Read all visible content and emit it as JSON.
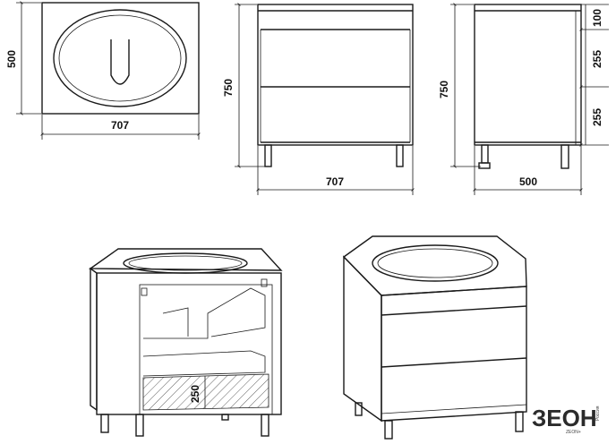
{
  "views": {
    "top": {
      "width_label": "707",
      "depth_label": "500"
    },
    "front": {
      "width_label": "707",
      "height_label": "750"
    },
    "side": {
      "depth_label": "500",
      "height_label": "750",
      "section_labels": [
        "100",
        "255",
        "255"
      ]
    },
    "iso_open": {
      "drawer_label": "250"
    }
  },
  "brand": {
    "logo_text": "ЗЕОН",
    "logo_superscript": "Россия",
    "logo_subtext": "ZEON+"
  },
  "colors": {
    "line": "#1a1a1a",
    "background": "#ffffff"
  }
}
